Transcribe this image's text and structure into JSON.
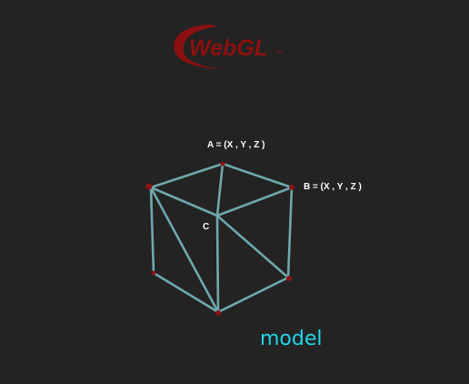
{
  "logo": {
    "text": "WebGL",
    "trademark": "™",
    "color": "#8b1010"
  },
  "vertex_labels": {
    "a": "A = (X , Y , Z )",
    "b": "B = (X , Y , Z )",
    "c": "C"
  },
  "caption": {
    "text": "model",
    "color": "#1fd7e8"
  },
  "colors": {
    "background": "#232323",
    "edge": "#6fa8ad",
    "vertex": "#8b1414",
    "label": "#ffffff"
  }
}
